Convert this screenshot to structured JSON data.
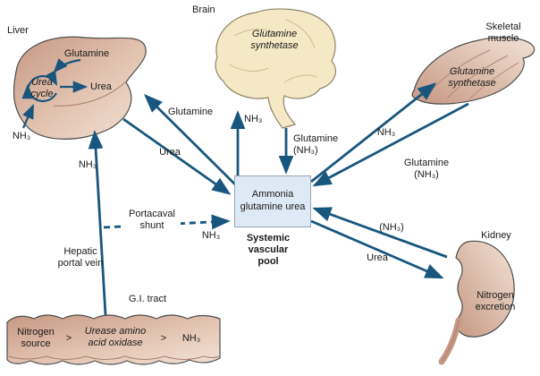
{
  "title": "Ammonia / glutamine / urea inter-organ metabolism diagram",
  "colors": {
    "arrow": "#19567d",
    "organ_fill_dark": "#c79d8b",
    "organ_fill_light": "#f0dfd3",
    "brain_fill": "#f5e8c4",
    "pool_fill": "#dde9f4",
    "outline": "#4d4d4d"
  },
  "liver": {
    "label": "Liver",
    "glutamine": "Glutamine",
    "cycle": "Urea cycle",
    "urea": "Urea",
    "nh3": "NH₃"
  },
  "brain": {
    "label": "Brain",
    "enzyme": "Glutamine synthetase"
  },
  "muscle": {
    "label": "Skeletal muscle",
    "enzyme": "Glutamine synthetase"
  },
  "kidney": {
    "label": "Kidney",
    "excretion": "Nitrogen excretion"
  },
  "gi": {
    "label": "G.I. tract",
    "source": "Nitrogen source",
    "gt1": ">",
    "enzyme": "Urease amino acid oxidase",
    "gt2": ">",
    "nh3": "NH₃"
  },
  "pool": {
    "box": "Ammonia glutamine urea",
    "label": "Systemic vascular pool"
  },
  "arrows": {
    "liver_glutamine": "Glutamine",
    "liver_urea": "Urea",
    "portal_nh3": "NH₃",
    "brain_nh3": "NH₃",
    "brain_glutamine": "Glutamine (NH₃)",
    "muscle_nh3": "NH₃",
    "muscle_glutamine": "Glutamine (NH₃)",
    "kidney_nh3": "(NH₃)",
    "kidney_urea": "Urea",
    "shunt": "Portacaval shunt",
    "shunt_nh3": "NH₃",
    "portal_vein": "Hepatic portal vein"
  }
}
